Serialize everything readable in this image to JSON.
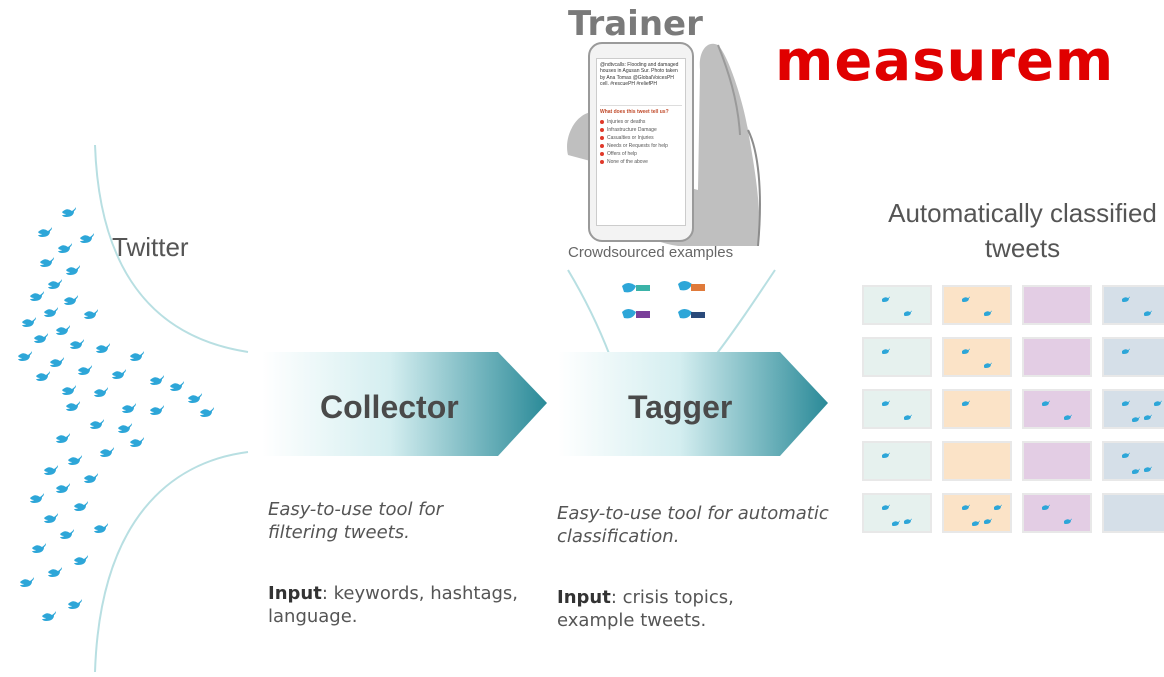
{
  "overlay_title": "measurem",
  "trainer": {
    "title": "Trainer",
    "phone": {
      "tweet_text": "@ndtvcalls: Flooding and damaged houses in Agusan Sur. Photo taken by Ana Tomas @GlobalVoicesPH cell. #rescuePH #reliefPH",
      "question": "What does this tweet tell us?",
      "options": [
        "Injuries or deaths",
        "Infrastructure Damage",
        "Casualties or Injuries",
        "Needs or Requests for help",
        "Offers of help",
        "None of the above"
      ]
    },
    "crowd_label": "Crowdsourced examples"
  },
  "twitter_label": "Twitter",
  "collector": {
    "label": "Collector",
    "description": "Easy-to-use tool for filtering tweets.",
    "input_label": "Input",
    "input_text": ": keywords, hashtags, language."
  },
  "tagger": {
    "label": "Tagger",
    "description": "Easy-to-use tool for automatic classification.",
    "input_label": "Input",
    "input_text": ": crisis topics, example tweets."
  },
  "classified": {
    "title": "Automatically classified tweets",
    "column_colors": [
      "#e6f1ee",
      "#fbe3c7",
      "#e3cde4",
      "#d5dfe8"
    ],
    "bird_counts": [
      [
        2,
        2,
        0,
        2
      ],
      [
        1,
        2,
        0,
        1
      ],
      [
        2,
        1,
        2,
        4
      ],
      [
        1,
        0,
        0,
        3
      ],
      [
        3,
        4,
        2,
        0
      ]
    ]
  },
  "colors": {
    "twitter_blue": "#2da6d8",
    "arrow_dark": "#2a8a98",
    "arrow_light": "#f2fbfb",
    "title_red": "#e00000"
  }
}
